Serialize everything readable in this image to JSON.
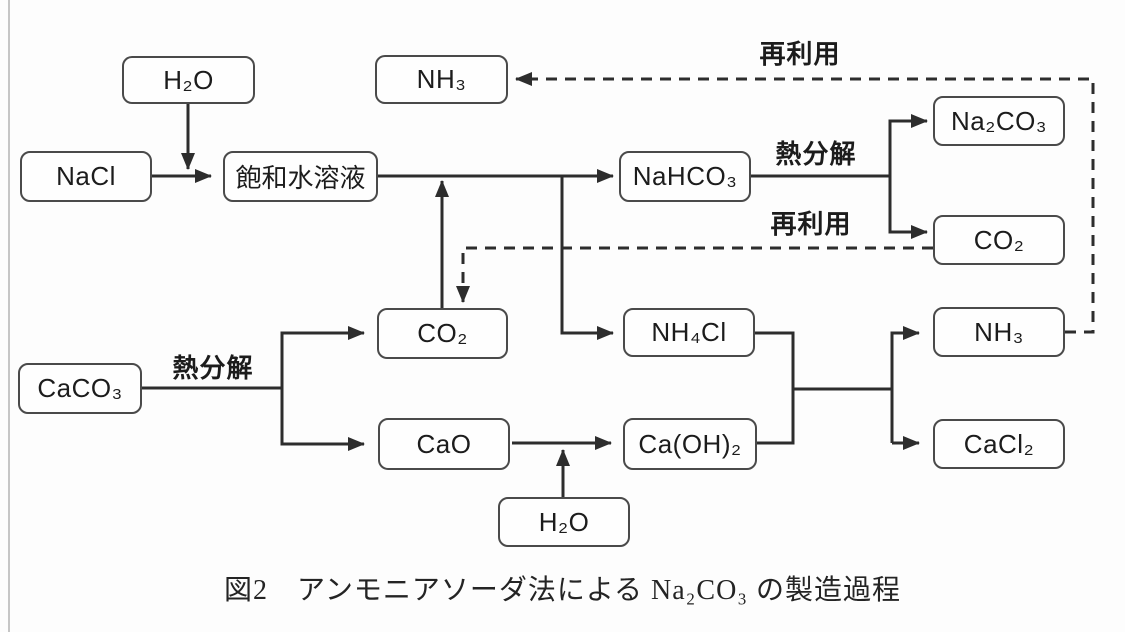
{
  "diagram": {
    "caption": "図2　アンモニアソーダ法による Na₂CO₃ の製造過程",
    "colors": {
      "line": "#2d2d2d",
      "box_border": "#4a4a4a",
      "box_fill": "#fefefe",
      "text": "#1c1c1c",
      "page_edge_rule": "#c6c6c6",
      "background": "#fdfdfd"
    },
    "nodes": [
      {
        "id": "h2o-top",
        "label": "H₂O"
      },
      {
        "id": "nacl",
        "label": "NaCl"
      },
      {
        "id": "saturated-solution",
        "label": "飽和水溶液"
      },
      {
        "id": "nh3-top",
        "label": "NH₃"
      },
      {
        "id": "nahco3",
        "label": "NaHCO₃"
      },
      {
        "id": "na2co3",
        "label": "Na₂CO₃"
      },
      {
        "id": "co2-right",
        "label": "CO₂"
      },
      {
        "id": "co2-mid",
        "label": "CO₂"
      },
      {
        "id": "nh4cl",
        "label": "NH₄Cl"
      },
      {
        "id": "nh3-right",
        "label": "NH₃"
      },
      {
        "id": "caco3",
        "label": "CaCO₃"
      },
      {
        "id": "cao",
        "label": "CaO"
      },
      {
        "id": "caoh2",
        "label": "Ca(OH)₂"
      },
      {
        "id": "cacl2",
        "label": "CaCl₂"
      },
      {
        "id": "h2o-bottom",
        "label": "H₂O"
      }
    ],
    "edge_labels": [
      {
        "id": "reuse-top",
        "label": "再利用"
      },
      {
        "id": "thermal-decomposition-top",
        "label": "熱分解"
      },
      {
        "id": "reuse-mid",
        "label": "再利用"
      },
      {
        "id": "thermal-decomposition-bottom",
        "label": "熱分解"
      }
    ]
  }
}
